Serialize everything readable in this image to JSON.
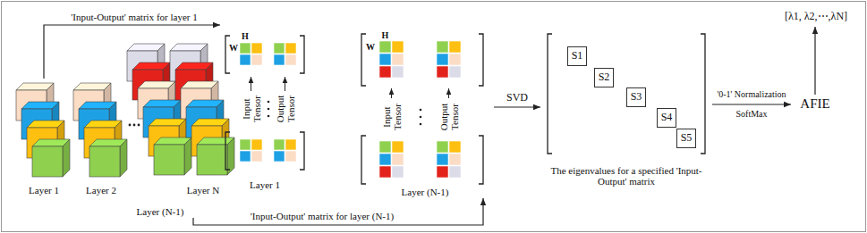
{
  "diagram": {
    "nodes": [
      {
        "text": [
          "Layer 1"
        ]
      },
      {
        "text": [
          "Layer 2"
        ]
      },
      {
        "text": [
          "Layer (N-1)"
        ]
      },
      {
        "text": [
          "Layer N"
        ]
      },
      {
        "text": [
          "Layer 1"
        ]
      },
      {
        "text": [
          "Layer (N-1)"
        ]
      },
      {
        "text": [
          "The eigenvalues for a specified 'Input-Output' matrix"
        ]
      },
      {
        "text": [
          "S1"
        ],
        "in": 6
      },
      {
        "text": [
          "S2"
        ],
        "in": 6
      },
      {
        "text": [
          "S3"
        ],
        "in": 6
      },
      {
        "text": [
          "S4"
        ],
        "in": 6
      },
      {
        "text": [
          "S5"
        ],
        "in": 6
      },
      {
        "text": [
          "AFIE"
        ]
      },
      {
        "text": [
          "[λ1, λ2,⋯,λN]"
        ]
      }
    ],
    "edges": [
      {
        "from": 0,
        "to": 4,
        "arrow": "to",
        "label": "'Input-Output' matrix for layer 1"
      },
      {
        "from": 2,
        "to": 5,
        "arrow": "to",
        "label": "'Input-Output' matrix for layer (N-1)"
      },
      {
        "from": 5,
        "to": 6,
        "arrow": "to",
        "label": "SVD"
      },
      {
        "from": 6,
        "to": 12,
        "arrow": "to",
        "label": "'0-1' Normalization"
      },
      {
        "from": 12,
        "to": 13,
        "arrow": "to"
      }
    ],
    "labels": [
      "H",
      "W",
      "Input Tensor",
      "Output Tensor",
      "H",
      "W",
      "Input Tensor",
      "Output Tensor",
      "SoftMax"
    ]
  }
}
